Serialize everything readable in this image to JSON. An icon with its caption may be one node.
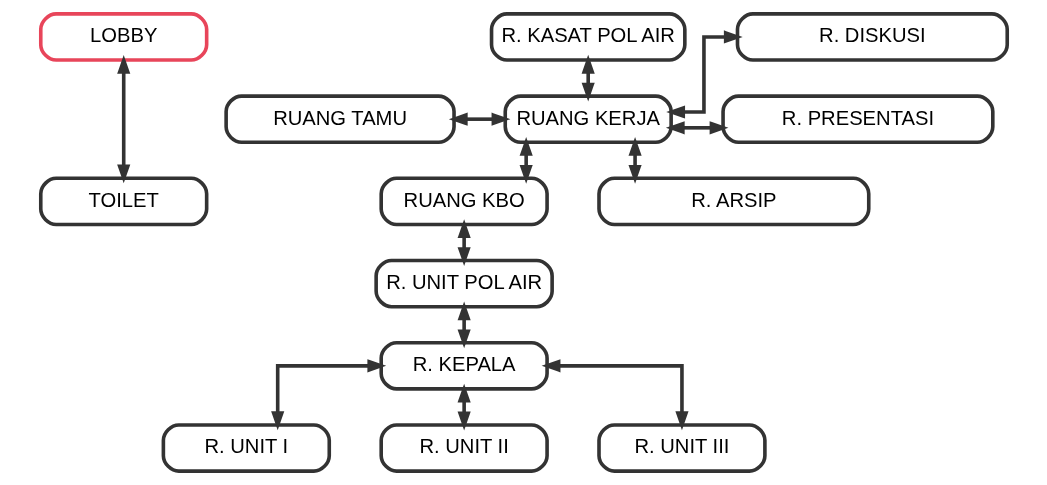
{
  "diagram": {
    "nodes": [
      {
        "text": [
          "LOBBY"
        ]
      },
      {
        "text": [
          "R. KASAT POL AIR"
        ]
      },
      {
        "text": [
          "RUANG TAMU"
        ]
      },
      {
        "text": [
          "RUANG KERJA"
        ]
      },
      {
        "text": [
          "R. DISKUSI"
        ]
      },
      {
        "text": [
          "R. PRESENTASI"
        ]
      },
      {
        "text": [
          "TOILET"
        ]
      },
      {
        "text": [
          "RUANG KBO"
        ]
      },
      {
        "text": [
          "R. ARSIP"
        ]
      },
      {
        "text": [
          "R. UNIT POL AIR"
        ]
      },
      {
        "text": [
          "R. KEPALA"
        ]
      },
      {
        "text": [
          "R. UNIT I"
        ]
      },
      {
        "text": [
          "R. UNIT II"
        ]
      },
      {
        "text": [
          "R. UNIT III"
        ]
      }
    ],
    "edges": [
      {
        "from": 0,
        "to": 6,
        "arrow": "both"
      },
      {
        "from": 2,
        "to": 3,
        "arrow": "both"
      },
      {
        "from": 1,
        "to": 3,
        "arrow": "both"
      },
      {
        "from": 3,
        "to": 4,
        "arrow": "both"
      },
      {
        "from": 3,
        "to": 5,
        "arrow": "both"
      },
      {
        "from": 3,
        "to": 8,
        "arrow": "both"
      },
      {
        "from": 3,
        "to": 7,
        "arrow": "both"
      },
      {
        "from": 7,
        "to": 9,
        "arrow": "both"
      },
      {
        "from": 9,
        "to": 10,
        "arrow": "both"
      },
      {
        "from": 10,
        "to": 11,
        "arrow": "both"
      },
      {
        "from": 10,
        "to": 12,
        "arrow": "both"
      },
      {
        "from": 10,
        "to": 13,
        "arrow": "both"
      }
    ]
  }
}
